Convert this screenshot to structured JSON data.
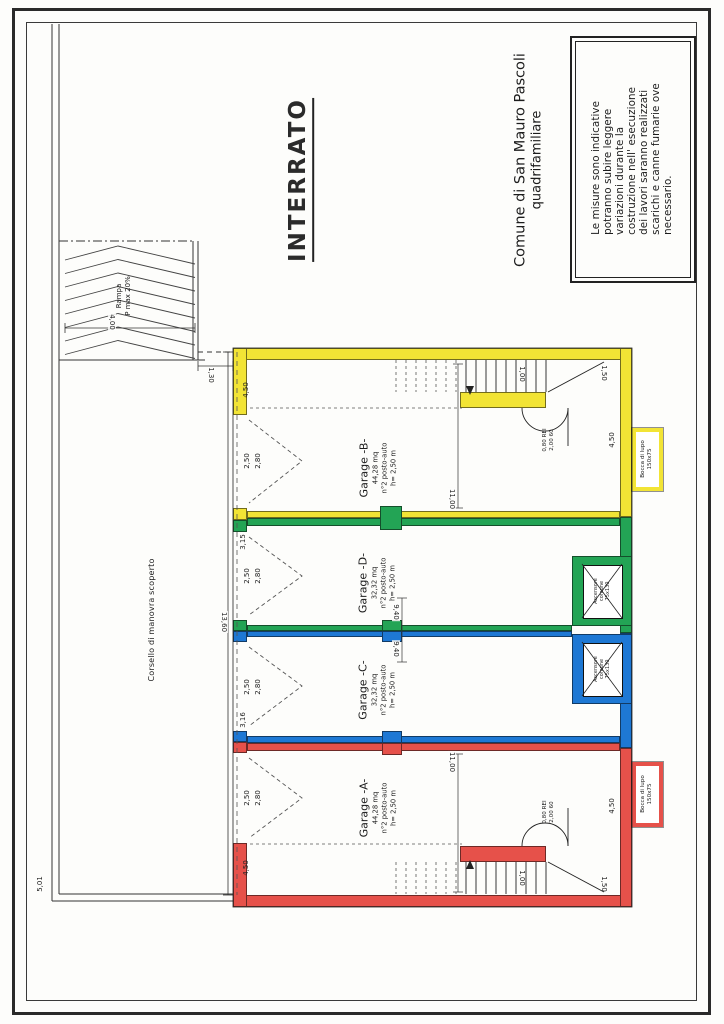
{
  "document": {
    "plan_title": "INTERRATO",
    "title_block": {
      "line1": "Comune di San Mauro Pascoli",
      "line2": "quadrifamiliare"
    },
    "note_box": {
      "lines": [
        "Le misure sono indicative",
        "potranno subire leggere",
        "variazioni durante la",
        "costruzione nell' esecuzione",
        "dei lavori saranno realizzati",
        "scarichi e canne fumarie ove",
        "necessario."
      ]
    }
  },
  "plan": {
    "courtyard_label": "Corsello di manovra scoperto",
    "ramp": {
      "label1": "Rampa",
      "label2": "P max 20%"
    },
    "garages": [
      {
        "id": "B",
        "name": "Garage -B-",
        "area": "44,28 mq",
        "parking": "n°2 posto-auto",
        "height": "h= 2,50 m"
      },
      {
        "id": "D",
        "name": "Garage -D-",
        "area": "32,32 mq",
        "parking": "n°2 posto-auto",
        "height": "h= 2,50 m"
      },
      {
        "id": "C",
        "name": "Garage -C-",
        "area": "32,32 mq",
        "parking": "n°2 posto-auto",
        "height": "h= 2,50 m"
      },
      {
        "id": "A",
        "name": "Garage -A-",
        "area": "44,28 mq",
        "parking": "n°2 posto-auto",
        "height": "h= 2,50 m"
      }
    ],
    "elevators": [
      {
        "line1": "Ascensore",
        "line2": "comune",
        "line3": "75x130"
      },
      {
        "line1": "Ascensore",
        "line2": "comune",
        "line3": "75x130"
      }
    ],
    "light_wells": [
      {
        "line1": "Bocca di lupo",
        "line2": "150x75"
      },
      {
        "line1": "Bocca di lupo",
        "line2": "150x75"
      }
    ],
    "stair_door": {
      "line1": "0,80 REI",
      "line2": "2,00 60"
    },
    "dims": {
      "d450": "4,50",
      "d250": "2,50",
      "d280": "2,80",
      "d315": "3,15",
      "d316": "3,16",
      "d1360": "13,60",
      "d501": "5,01",
      "d400": "4,00",
      "d130": "1,30",
      "d1100": "11,00",
      "d940": "9,40",
      "d100": "1,00",
      "d150": "1,50"
    }
  },
  "colors": {
    "yellow": "#f2e435",
    "green": "#23a455",
    "blue": "#1e78d4",
    "red": "#e6514a"
  }
}
